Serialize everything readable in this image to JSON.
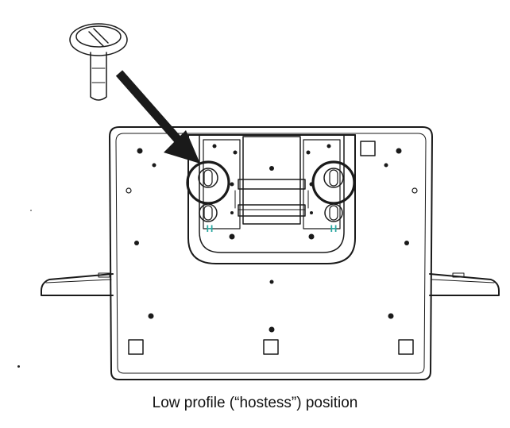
{
  "caption": "Low profile (“hostess”) position",
  "labels": {
    "left_slot_letter": "H",
    "right_slot_letter": "H"
  },
  "colors": {
    "line": "#1a1a1a",
    "slot_label": "#2aa7a0",
    "background": "#ffffff"
  }
}
